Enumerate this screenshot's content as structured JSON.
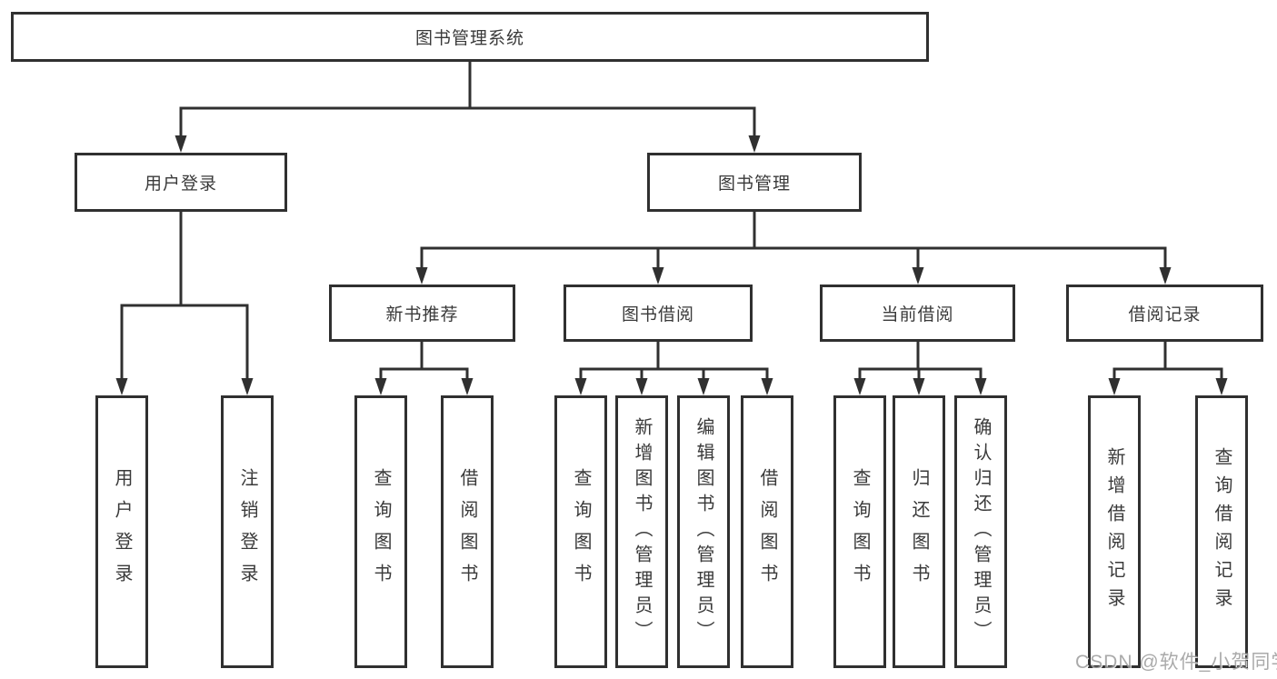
{
  "diagram_type": "tree",
  "colors": {
    "line": "#303030",
    "box_border": "#303030",
    "text": "#3a3a3a",
    "watermark": "#9c9c9c",
    "background": "#ffffff"
  },
  "watermark": {
    "text": "CSDN @软件_小贺同学"
  },
  "tree": {
    "label": "图书管理系统",
    "children": [
      {
        "label": "用户登录",
        "children": [
          {
            "label": "用户登录"
          },
          {
            "label": "注销登录"
          }
        ]
      },
      {
        "label": "图书管理",
        "children": [
          {
            "label": "新书推荐",
            "children": [
              {
                "label": "查询图书"
              },
              {
                "label": "借阅图书"
              }
            ]
          },
          {
            "label": "图书借阅",
            "children": [
              {
                "label": "查询图书"
              },
              {
                "label": "新增图书（管理员）"
              },
              {
                "label": "编辑图书（管理员）"
              },
              {
                "label": "借阅图书"
              }
            ]
          },
          {
            "label": "当前借阅",
            "children": [
              {
                "label": "查询图书"
              },
              {
                "label": "归还图书"
              },
              {
                "label": "确认归还（管理员）"
              }
            ]
          },
          {
            "label": "借阅记录",
            "children": [
              {
                "label": "新增借阅记录"
              },
              {
                "label": "查询借阅记录"
              }
            ]
          }
        ]
      }
    ]
  }
}
